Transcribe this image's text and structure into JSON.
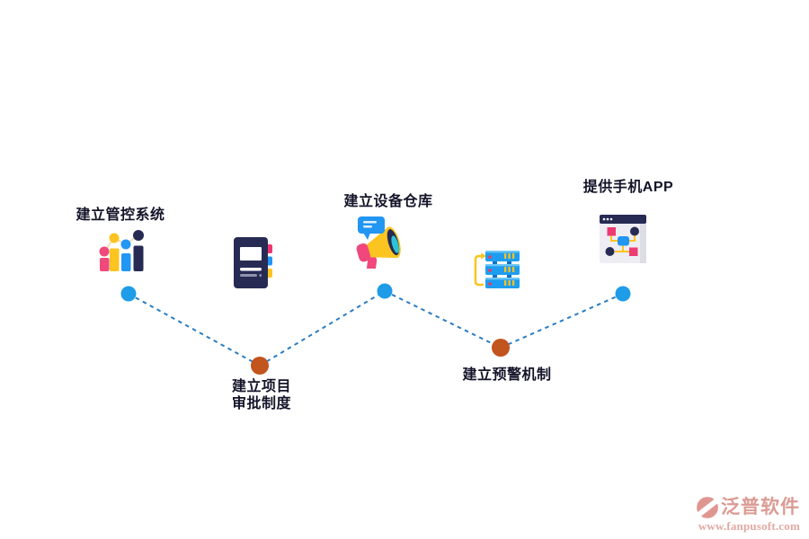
{
  "diagram": {
    "title": "",
    "milestones": [
      {
        "id": 1,
        "label": "建立管控系统",
        "label_lines": [
          "建立管控系统"
        ],
        "icon": "bar-chart-people-icon",
        "dot_color": "#1e9ce8",
        "label_position": "top"
      },
      {
        "id": 2,
        "label": "建立项目 审批制度",
        "label_lines": [
          "建立项目",
          "审批制度"
        ],
        "icon": "notebook-icon",
        "dot_color": "#c2541d",
        "label_position": "bottom"
      },
      {
        "id": 3,
        "label": "建立设备仓库",
        "label_lines": [
          "建立设备仓库"
        ],
        "icon": "megaphone-icon",
        "dot_color": "#1e9ce8",
        "label_position": "top"
      },
      {
        "id": 4,
        "label": "建立预警机制",
        "label_lines": [
          "建立预警机制"
        ],
        "icon": "server-stack-icon",
        "dot_color": "#c2541d",
        "label_position": "bottom"
      },
      {
        "id": 5,
        "label": "提供手机APP",
        "label_lines": [
          "提供手机APP"
        ],
        "icon": "browser-flowchart-icon",
        "dot_color": "#1e9ce8",
        "label_position": "top"
      }
    ],
    "connector_style": "dashed-zigzag"
  },
  "colors": {
    "background": "#ffffff",
    "label_text": "#14142a",
    "dot_blue": "#1e9ce8",
    "dot_orange": "#c2541d",
    "dash_line": "#2b7cc2",
    "icon_blue": "#2196f3",
    "icon_yellow": "#fcc420",
    "icon_pink": "#f0487c",
    "icon_navy": "#272b54",
    "icon_teal": "#2cc3d9",
    "watermark_pink": "#db9b94"
  },
  "watermark": {
    "brand": "泛普软件",
    "url": "www.fanpusoft.com"
  }
}
